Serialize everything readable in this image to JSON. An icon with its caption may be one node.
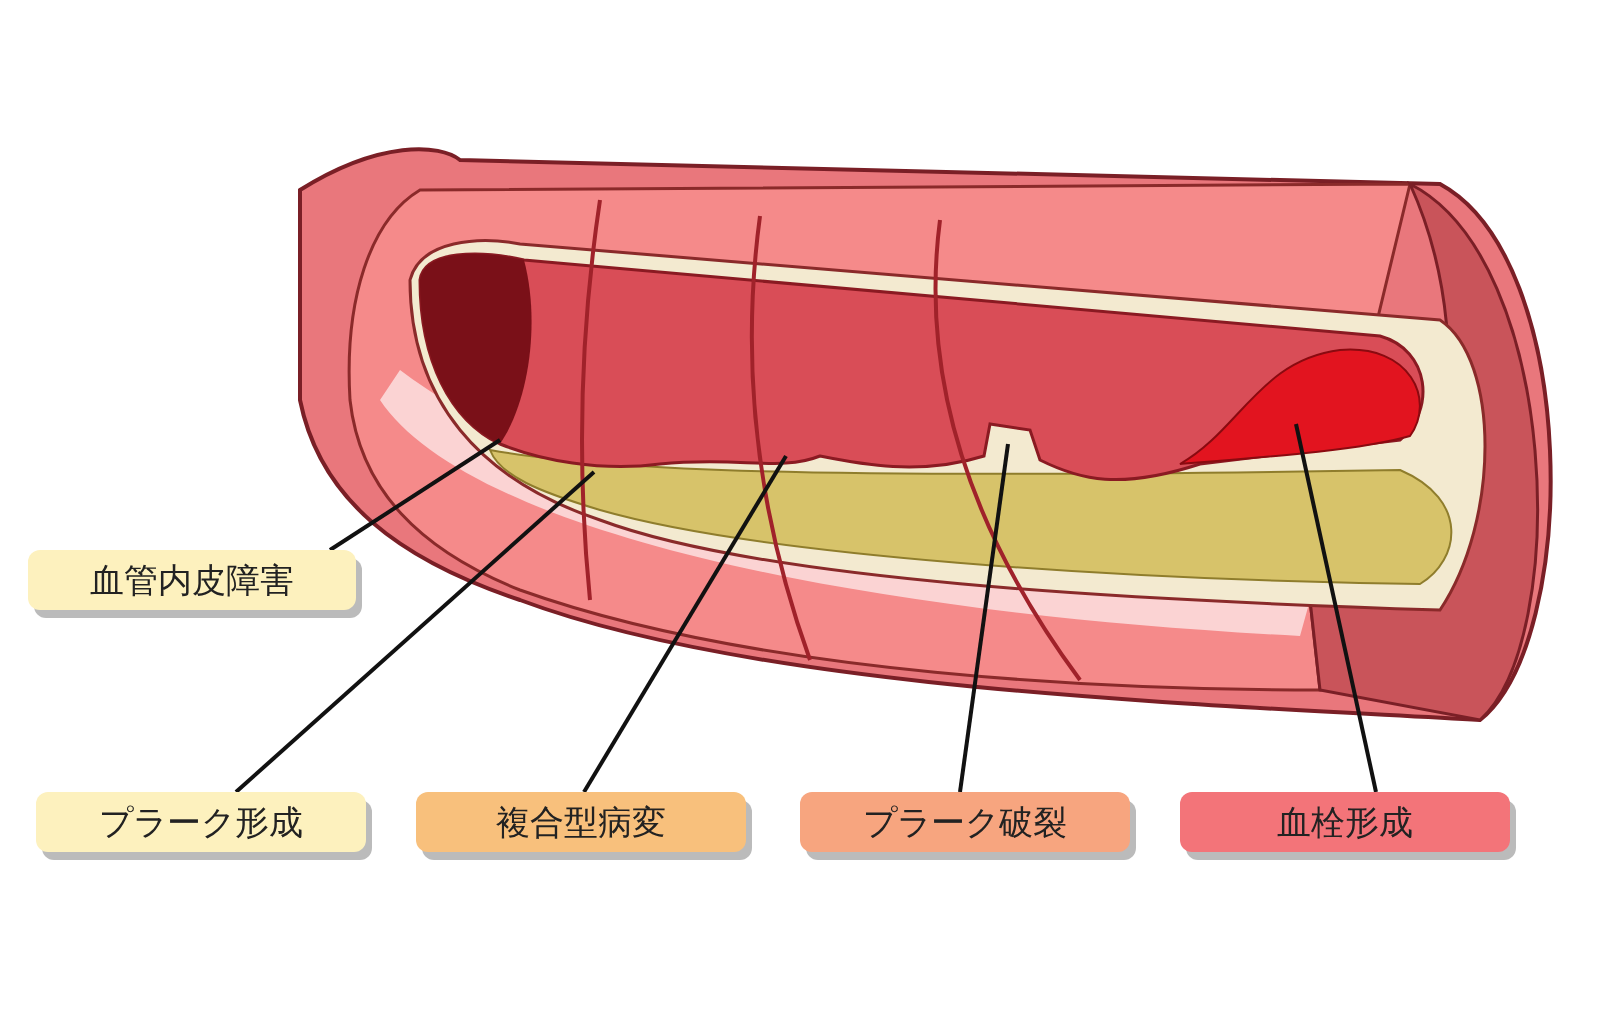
{
  "diagram": {
    "nodes": [
      {
        "text": [
          "血管内皮障害"
        ]
      },
      {
        "text": [
          "プラーク形成"
        ]
      },
      {
        "text": [
          "複合型病変"
        ]
      },
      {
        "text": [
          "プラーク破裂"
        ]
      },
      {
        "text": [
          "血栓形成"
        ]
      }
    ],
    "edges": [
      {
        "from": 0,
        "to": null,
        "arrow": "none"
      },
      {
        "from": 1,
        "to": null,
        "arrow": "none"
      },
      {
        "from": 2,
        "to": null,
        "arrow": "none"
      },
      {
        "from": 3,
        "to": null,
        "arrow": "none"
      },
      {
        "from": 4,
        "to": null,
        "arrow": "none"
      }
    ]
  }
}
